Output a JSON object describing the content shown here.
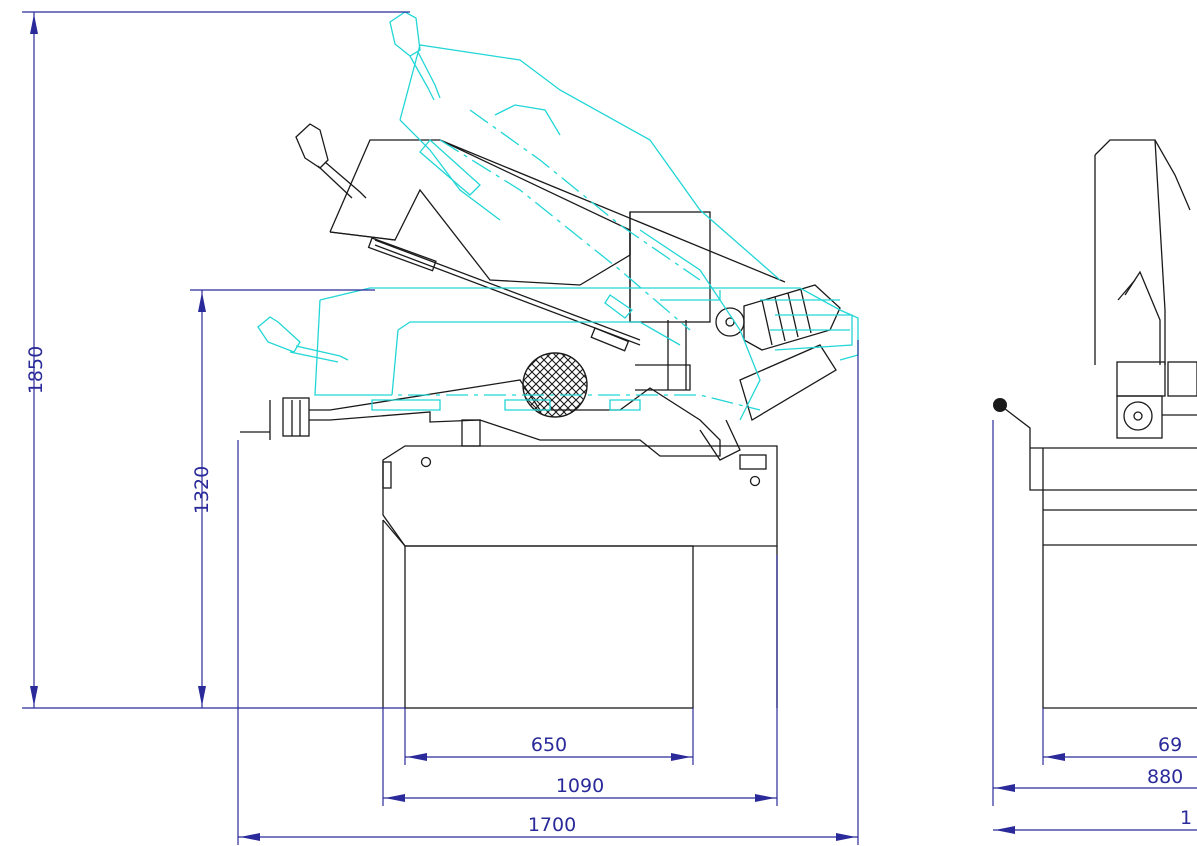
{
  "dimensions": {
    "height_total": "1850",
    "height_table": "1320",
    "base_width": "650",
    "body_width": "1090",
    "overall_length": "1700",
    "side_base_width": "69",
    "side_body_width": "880",
    "side_overall_width": "1"
  },
  "colors": {
    "dimension": "#2a2a9a",
    "outline": "#1a1a1a",
    "raised_position": "#22d6d6"
  }
}
